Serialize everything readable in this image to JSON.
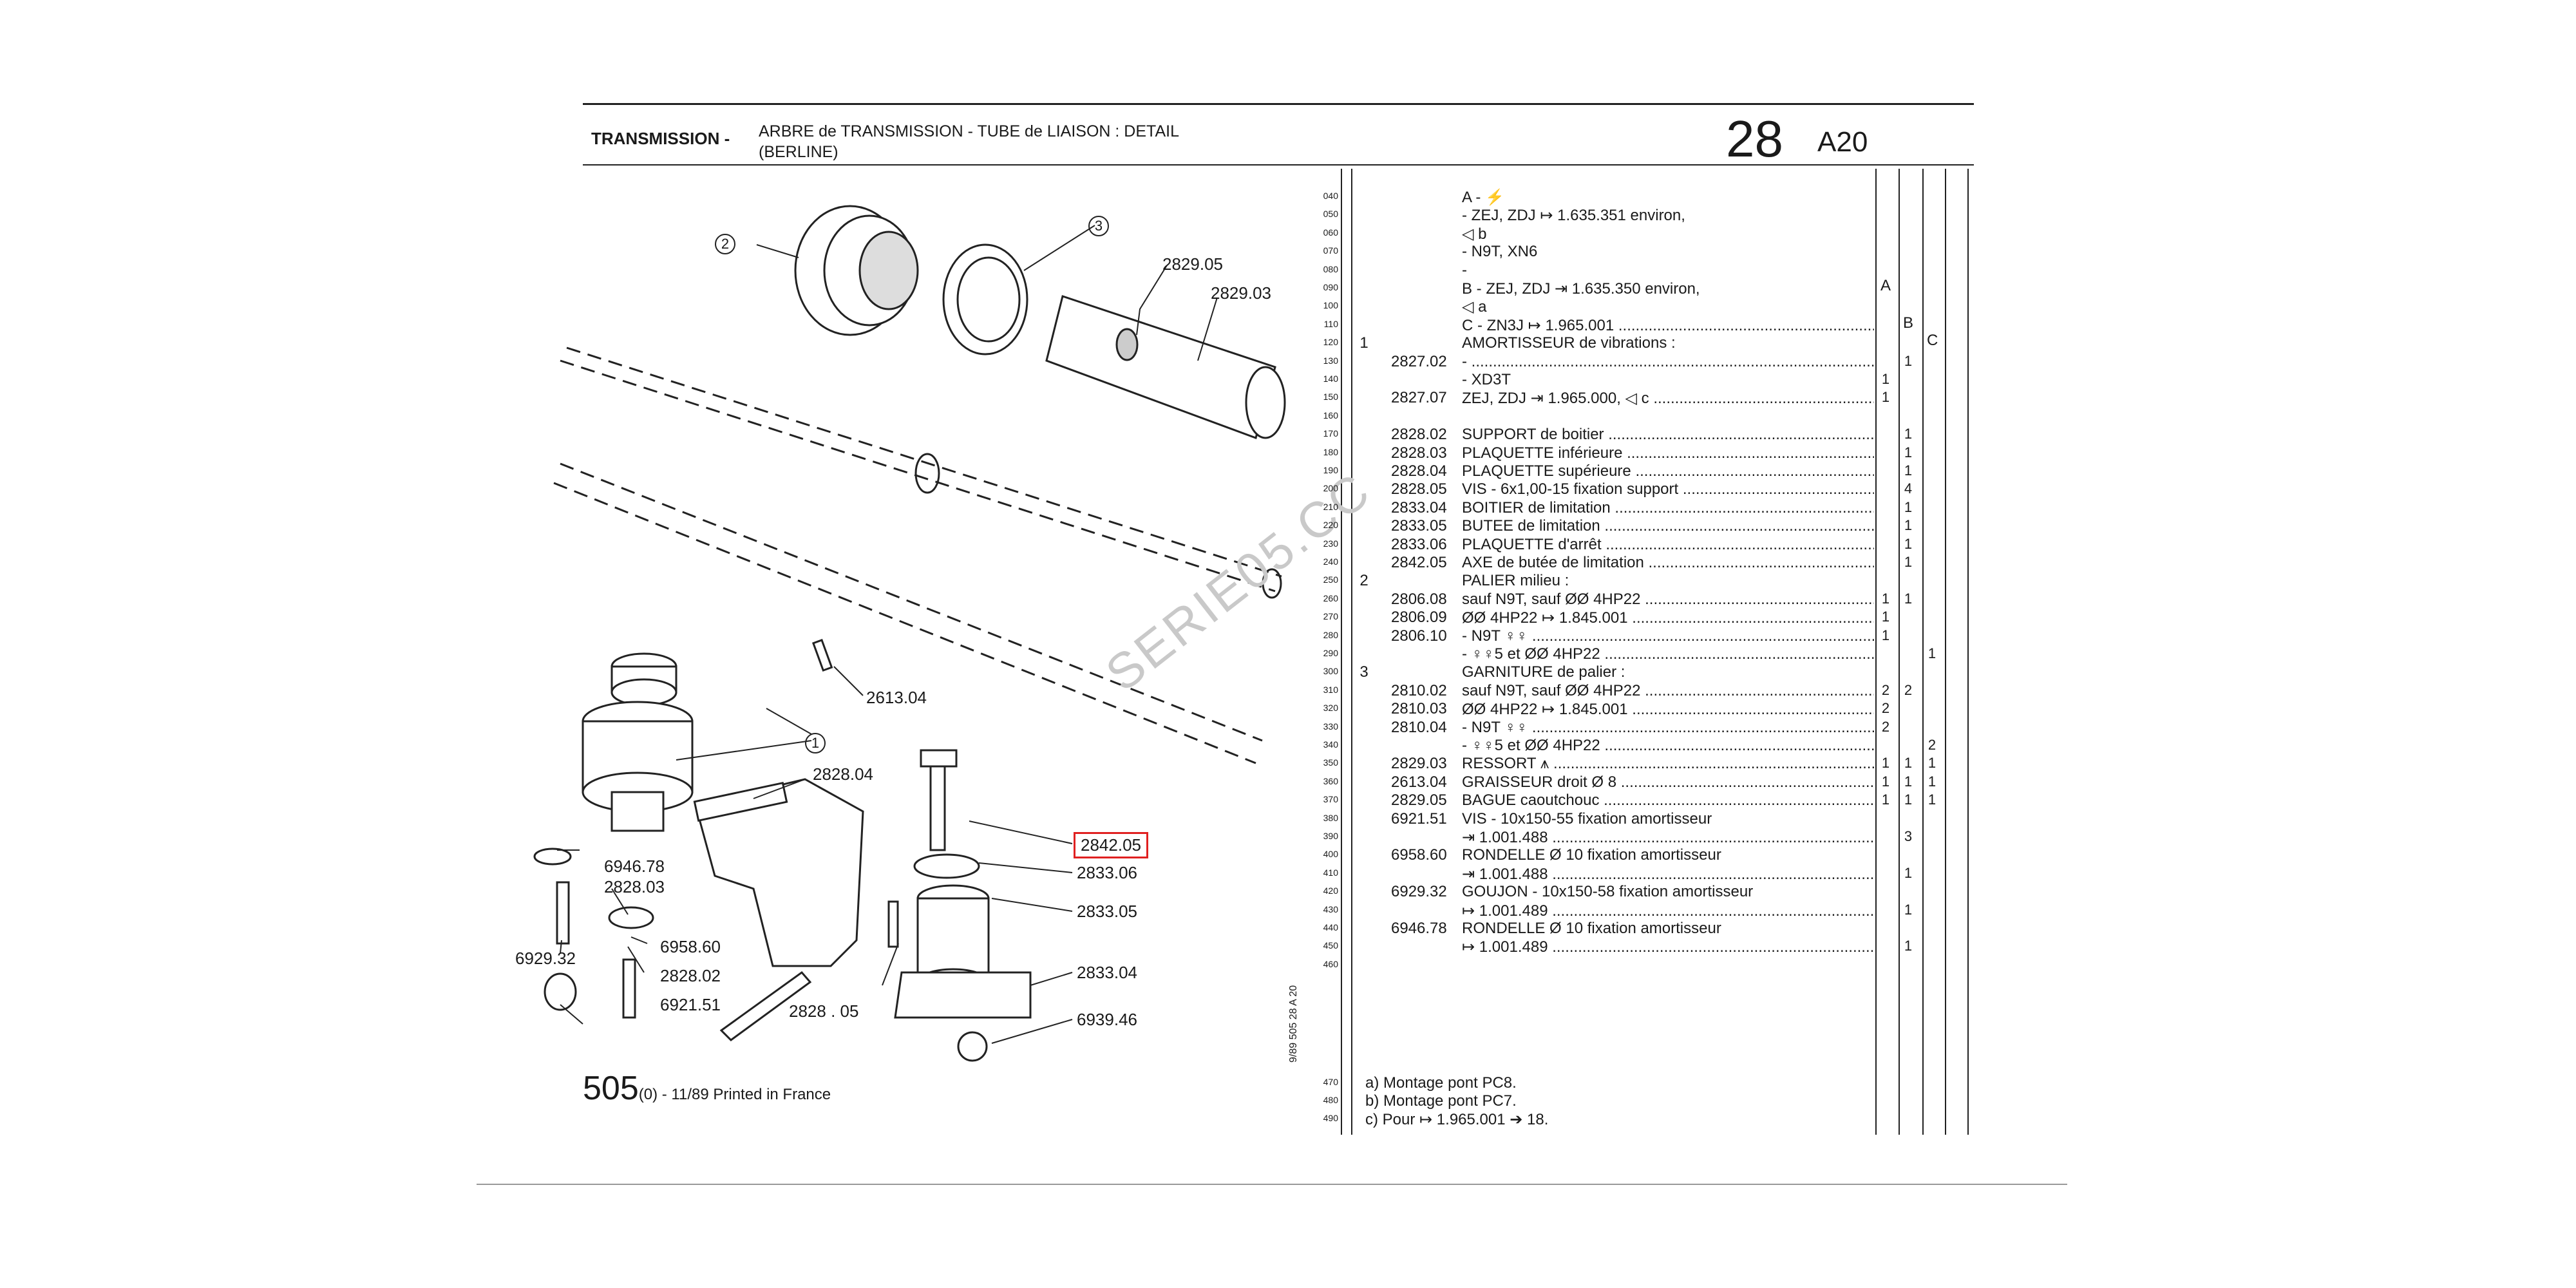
{
  "header": {
    "section": "TRANSMISSION -",
    "title_line1": "ARBRE de TRANSMISSION - TUBE de LIAISON : DETAIL",
    "title_line2": "(BERLINE)",
    "page_number": "28",
    "page_code": "A20"
  },
  "footer": {
    "model": "505",
    "info": "(0) - 11/89 Printed in France"
  },
  "watermark": "SERIE05.CC",
  "vertical_label": "9/89  505 28 A 20",
  "diagram": {
    "circled_labels": [
      "2",
      "3",
      "1"
    ],
    "callouts": [
      {
        "id": "c1",
        "text": "2829.05"
      },
      {
        "id": "c2",
        "text": "2829.03"
      },
      {
        "id": "c3",
        "text": "2613.04"
      },
      {
        "id": "c4",
        "text": "2828.04"
      },
      {
        "id": "c5",
        "text": "2842.05"
      },
      {
        "id": "c6",
        "text": "2833.06"
      },
      {
        "id": "c7",
        "text": "2833.05"
      },
      {
        "id": "c8",
        "text": "2833.04"
      },
      {
        "id": "c9",
        "text": "6939.46"
      },
      {
        "id": "c10",
        "text": "6946.78"
      },
      {
        "id": "c11",
        "text": "2828.03"
      },
      {
        "id": "c12",
        "text": "6958.60"
      },
      {
        "id": "c13",
        "text": "6929.32"
      },
      {
        "id": "c14",
        "text": "2828.02"
      },
      {
        "id": "c15",
        "text": "6921.51"
      },
      {
        "id": "c16",
        "text": "2828 . 05"
      }
    ]
  },
  "parts_table": {
    "line_numbers": [
      "040",
      "050",
      "060",
      "070",
      "080",
      "090",
      "100",
      "110",
      "120",
      "130",
      "140",
      "150",
      "160",
      "170",
      "180",
      "190",
      "200",
      "210",
      "220",
      "230",
      "240",
      "250",
      "260",
      "270",
      "280",
      "290",
      "300",
      "310",
      "320",
      "330",
      "340",
      "350",
      "360",
      "370",
      "380",
      "390",
      "400",
      "410",
      "420",
      "430",
      "440",
      "450",
      "460"
    ],
    "column_headers": [
      "A",
      "B",
      "C"
    ],
    "rows": [
      {
        "grp": "",
        "ref": "",
        "desc": "A - ⚡",
        "a": "",
        "b": "",
        "c": "",
        "dots": false
      },
      {
        "grp": "",
        "ref": "",
        "desc": "- ZEJ, ZDJ ↦ 1.635.351 environ,",
        "a": "",
        "b": "",
        "c": "",
        "dots": false
      },
      {
        "grp": "",
        "ref": "",
        "desc": "◁ b",
        "a": "",
        "b": "",
        "c": "",
        "dots": false
      },
      {
        "grp": "",
        "ref": "",
        "desc": "- N9T, XN6",
        "a": "",
        "b": "",
        "c": "",
        "dots": false
      },
      {
        "grp": "",
        "ref": "",
        "desc": "-",
        "a": "",
        "b": "",
        "c": "",
        "dots": false
      },
      {
        "grp": "",
        "ref": "",
        "desc": "B - ZEJ, ZDJ ⇥ 1.635.350 environ,",
        "a": "",
        "b": "",
        "c": "",
        "dots": false
      },
      {
        "grp": "",
        "ref": "",
        "desc": "◁ a",
        "a": "",
        "b": "",
        "c": "",
        "dots": false
      },
      {
        "grp": "",
        "ref": "",
        "desc": "C - ZN3J ↦ 1.965.001",
        "a": "",
        "b": "",
        "c": "",
        "dots": true
      },
      {
        "grp": "1",
        "ref": "",
        "desc": "AMORTISSEUR de vibrations :",
        "a": "",
        "b": "",
        "c": "",
        "dots": false
      },
      {
        "grp": "",
        "ref": "2827.02",
        "desc": "-",
        "a": "",
        "b": "1",
        "c": "",
        "dots": true
      },
      {
        "grp": "",
        "ref": "",
        "desc": "- XD3T",
        "a": "1",
        "b": "",
        "c": "",
        "dots": false
      },
      {
        "grp": "",
        "ref": "2827.07",
        "desc": "ZEJ, ZDJ ⇥ 1.965.000, ◁ c",
        "a": "1",
        "b": "",
        "c": "",
        "dots": true
      },
      {
        "grp": "",
        "ref": "",
        "desc": "",
        "a": "",
        "b": "",
        "c": "",
        "dots": false
      },
      {
        "grp": "",
        "ref": "2828.02",
        "desc": "SUPPORT de boitier",
        "a": "",
        "b": "1",
        "c": "",
        "dots": true
      },
      {
        "grp": "",
        "ref": "2828.03",
        "desc": "PLAQUETTE inférieure",
        "a": "",
        "b": "1",
        "c": "",
        "dots": true
      },
      {
        "grp": "",
        "ref": "2828.04",
        "desc": "PLAQUETTE supérieure",
        "a": "",
        "b": "1",
        "c": "",
        "dots": true
      },
      {
        "grp": "",
        "ref": "2828.05",
        "desc": "VIS - 6x1,00-15 fixation support",
        "a": "",
        "b": "4",
        "c": "",
        "dots": true
      },
      {
        "grp": "",
        "ref": "2833.04",
        "desc": "BOITIER de limitation",
        "a": "",
        "b": "1",
        "c": "",
        "dots": true
      },
      {
        "grp": "",
        "ref": "2833.05",
        "desc": "BUTEE de limitation",
        "a": "",
        "b": "1",
        "c": "",
        "dots": true
      },
      {
        "grp": "",
        "ref": "2833.06",
        "desc": "PLAQUETTE d'arrêt",
        "a": "",
        "b": "1",
        "c": "",
        "dots": true
      },
      {
        "grp": "",
        "ref": "2842.05",
        "desc": "AXE de butée de limitation",
        "a": "",
        "b": "1",
        "c": "",
        "dots": true
      },
      {
        "grp": "2",
        "ref": "",
        "desc": "PALIER milieu :",
        "a": "",
        "b": "",
        "c": "",
        "dots": false
      },
      {
        "grp": "",
        "ref": "2806.08",
        "desc": "sauf N9T, sauf ØØ 4HP22",
        "a": "1",
        "b": "1",
        "c": "",
        "dots": true
      },
      {
        "grp": "",
        "ref": "2806.09",
        "desc": "ØØ 4HP22 ↦ 1.845.001",
        "a": "1",
        "b": "",
        "c": "",
        "dots": true
      },
      {
        "grp": "",
        "ref": "2806.10",
        "desc": "- N9T ♀♀",
        "a": "1",
        "b": "",
        "c": "",
        "dots": true
      },
      {
        "grp": "",
        "ref": "",
        "desc": "- ♀♀5 et ØØ 4HP22",
        "a": "",
        "b": "",
        "c": "1",
        "dots": true
      },
      {
        "grp": "3",
        "ref": "",
        "desc": "GARNITURE de palier :",
        "a": "",
        "b": "",
        "c": "",
        "dots": false
      },
      {
        "grp": "",
        "ref": "2810.02",
        "desc": "sauf N9T, sauf ØØ 4HP22",
        "a": "2",
        "b": "2",
        "c": "",
        "dots": true
      },
      {
        "grp": "",
        "ref": "2810.03",
        "desc": "ØØ 4HP22 ↦ 1.845.001",
        "a": "2",
        "b": "",
        "c": "",
        "dots": true
      },
      {
        "grp": "",
        "ref": "2810.04",
        "desc": "- N9T ♀♀",
        "a": "2",
        "b": "",
        "c": "",
        "dots": true
      },
      {
        "grp": "",
        "ref": "",
        "desc": "- ♀♀5 et ØØ 4HP22",
        "a": "",
        "b": "",
        "c": "2",
        "dots": true
      },
      {
        "grp": "",
        "ref": "2829.03",
        "desc": "RESSORT ⩚",
        "a": "1",
        "b": "1",
        "c": "1",
        "dots": true
      },
      {
        "grp": "",
        "ref": "2613.04",
        "desc": "GRAISSEUR droit Ø 8",
        "a": "1",
        "b": "1",
        "c": "1",
        "dots": true
      },
      {
        "grp": "",
        "ref": "2829.05",
        "desc": "BAGUE caoutchouc",
        "a": "1",
        "b": "1",
        "c": "1",
        "dots": true
      },
      {
        "grp": "",
        "ref": "6921.51",
        "desc": "VIS - 10x150-55 fixation amortisseur",
        "a": "",
        "b": "",
        "c": "",
        "dots": false
      },
      {
        "grp": "",
        "ref": "",
        "desc": "⇥ 1.001.488",
        "a": "",
        "b": "3",
        "c": "",
        "dots": true
      },
      {
        "grp": "",
        "ref": "6958.60",
        "desc": "RONDELLE Ø 10 fixation amortisseur",
        "a": "",
        "b": "",
        "c": "",
        "dots": false
      },
      {
        "grp": "",
        "ref": "",
        "desc": "⇥ 1.001.488",
        "a": "",
        "b": "1",
        "c": "",
        "dots": true
      },
      {
        "grp": "",
        "ref": "6929.32",
        "desc": "GOUJON - 10x150-58 fixation amortisseur",
        "a": "",
        "b": "",
        "c": "",
        "dots": false
      },
      {
        "grp": "",
        "ref": "",
        "desc": "↦ 1.001.489",
        "a": "",
        "b": "1",
        "c": "",
        "dots": true
      },
      {
        "grp": "",
        "ref": "6946.78",
        "desc": "RONDELLE Ø 10 fixation amortisseur",
        "a": "",
        "b": "",
        "c": "",
        "dots": false
      },
      {
        "grp": "",
        "ref": "",
        "desc": "↦ 1.001.489",
        "a": "",
        "b": "1",
        "c": "",
        "dots": true
      }
    ],
    "note_line_numbers": [
      "470",
      "480",
      "490"
    ],
    "notes": [
      "a) Montage pont PC8.",
      "b) Montage pont PC7.",
      "c) Pour ↦ 1.965.001 ➔ 18."
    ]
  }
}
